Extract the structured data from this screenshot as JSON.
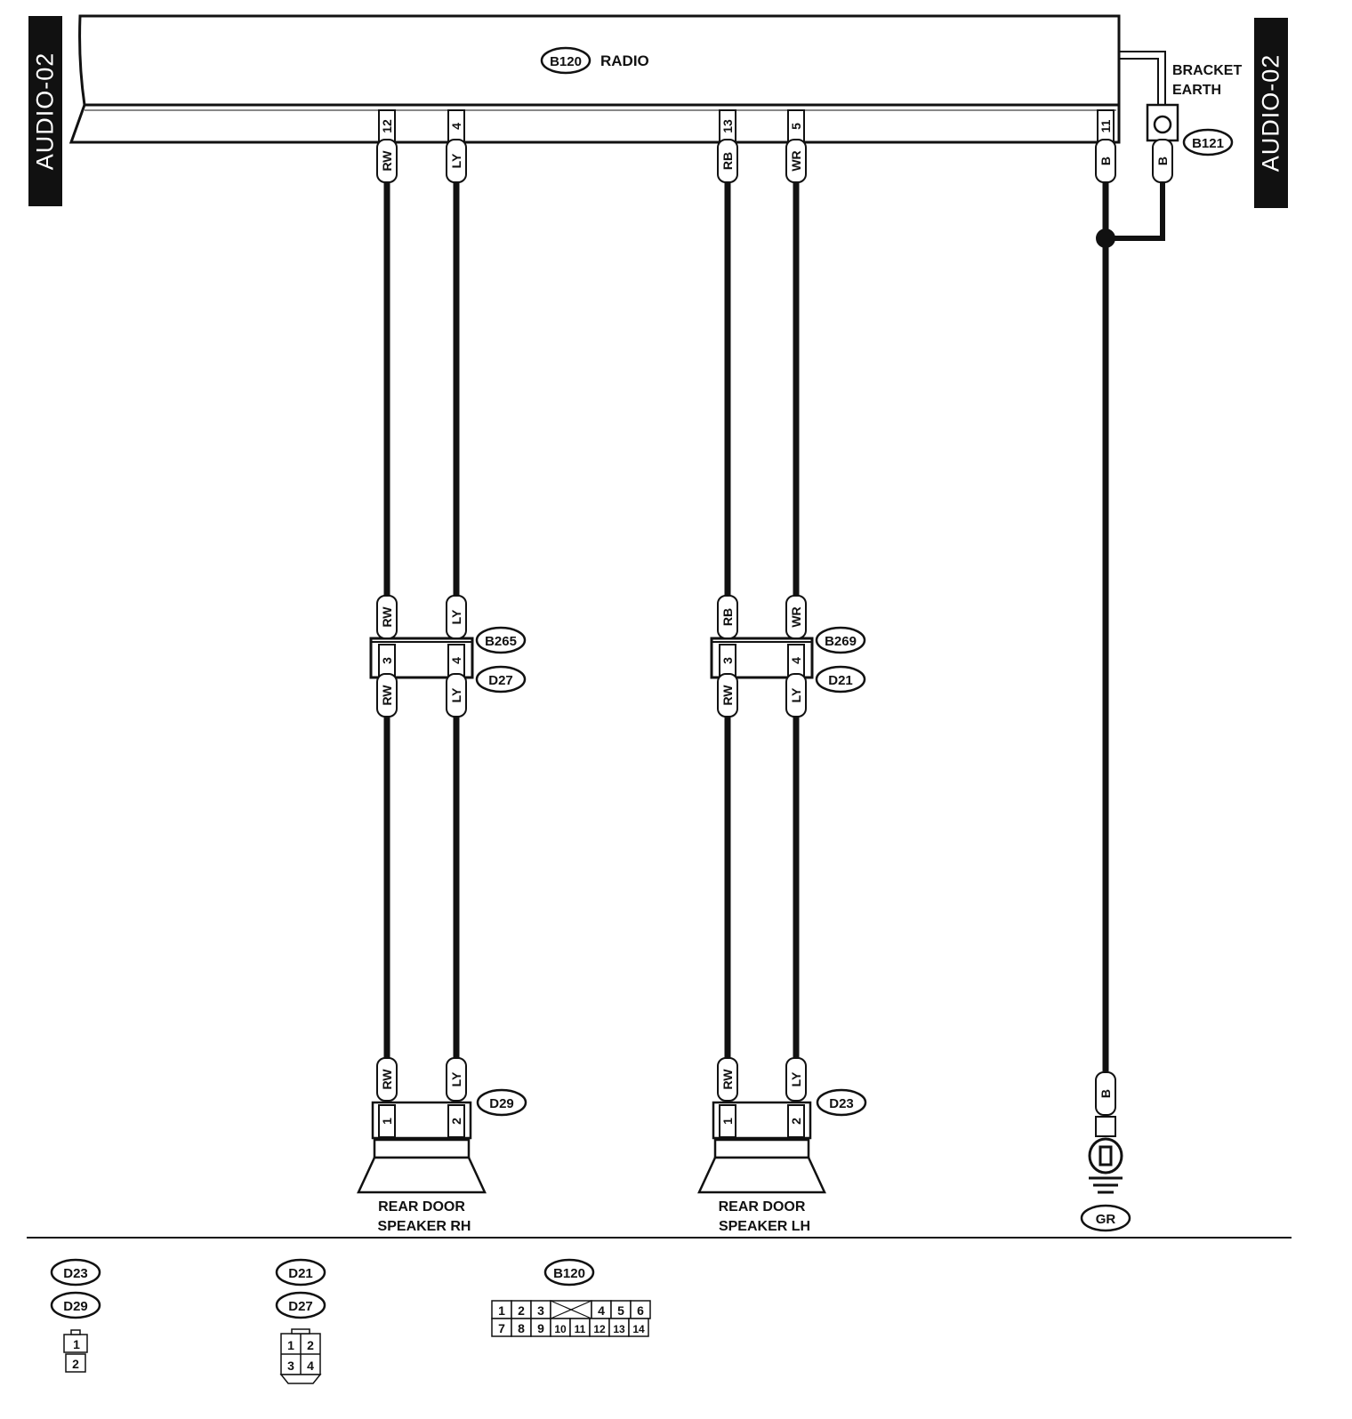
{
  "page_tag": "AUDIO-02",
  "radio": {
    "connector": "B120",
    "label": "RADIO"
  },
  "bracket_earth": {
    "label_line1": "BRACKET",
    "label_line2": "EARTH",
    "connector": "B121",
    "wire": "B"
  },
  "radio_pins": [
    {
      "pin": "12",
      "wire": "RW"
    },
    {
      "pin": "4",
      "wire": "LY"
    },
    {
      "pin": "13",
      "wire": "RB"
    },
    {
      "pin": "5",
      "wire": "WR"
    },
    {
      "pin": "11",
      "wire": "B"
    }
  ],
  "junction_rh": {
    "upper_connector": "B265",
    "lower_connector": "D27",
    "pins": [
      "3",
      "4"
    ],
    "wires_in": [
      "RW",
      "LY"
    ],
    "wires_out": [
      "RW",
      "LY"
    ]
  },
  "junction_lh": {
    "upper_connector": "B269",
    "lower_connector": "D21",
    "pins": [
      "3",
      "4"
    ],
    "wires_in": [
      "RB",
      "WR"
    ],
    "wires_out": [
      "RW",
      "LY"
    ]
  },
  "speaker_rh": {
    "connector": "D29",
    "pins": [
      "1",
      "2"
    ],
    "wires": [
      "RW",
      "LY"
    ],
    "label_line1": "REAR DOOR",
    "label_line2": "SPEAKER RH"
  },
  "speaker_lh": {
    "connector": "D23",
    "pins": [
      "1",
      "2"
    ],
    "wires": [
      "RW",
      "LY"
    ],
    "label_line1": "REAR DOOR",
    "label_line2": "SPEAKER LH"
  },
  "ground": {
    "wire": "B",
    "label": "GR"
  },
  "legend": {
    "speaker_connectors": {
      "ids": [
        "D23",
        "D29"
      ],
      "pins": [
        "1",
        "2"
      ]
    },
    "junction_connectors": {
      "ids": [
        "D21",
        "D27"
      ],
      "pins": [
        "1",
        "2",
        "3",
        "4"
      ]
    },
    "radio_connector": {
      "id": "B120",
      "row1": [
        "1",
        "2",
        "3",
        "",
        "4",
        "5",
        "6"
      ],
      "row2": [
        "7",
        "8",
        "9",
        "10",
        "11",
        "12",
        "13",
        "14"
      ]
    }
  }
}
